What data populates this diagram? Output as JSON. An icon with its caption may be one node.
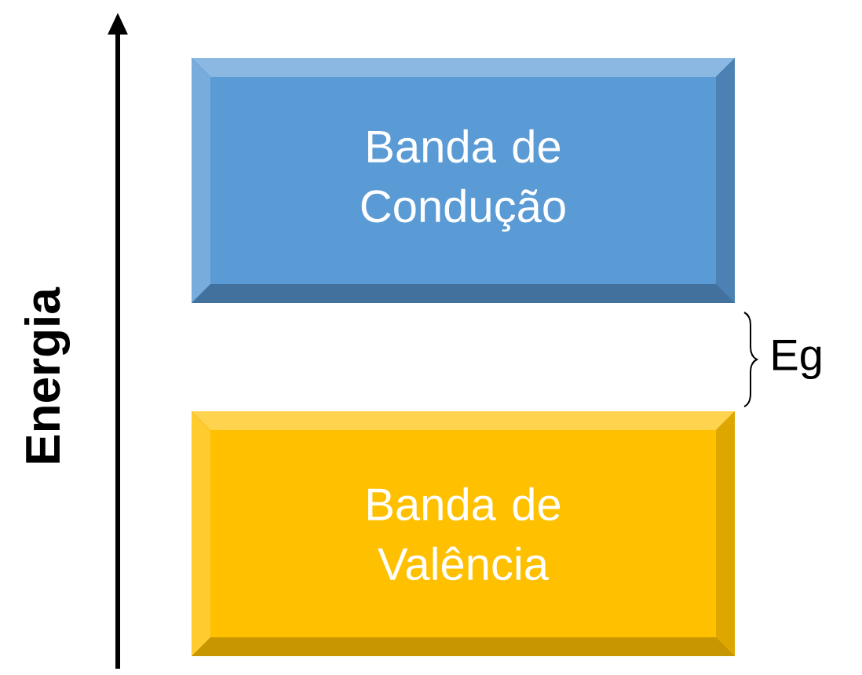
{
  "diagram": {
    "nodes": [
      {
        "text": [
          "Banda de Condução"
        ]
      },
      {
        "text": [
          "Banda de Valência"
        ]
      }
    ],
    "labels": [
      "Energia",
      "Eg"
    ]
  }
}
